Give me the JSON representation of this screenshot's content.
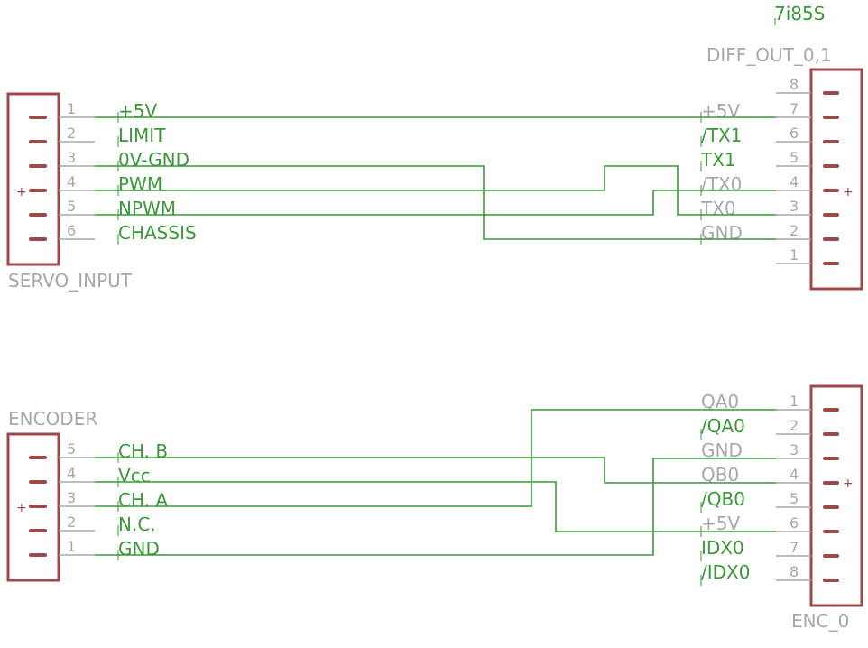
{
  "title": "7i85S",
  "colors": {
    "connector_outline": "#a0474a",
    "pin_stub": "#a0474a",
    "wire": "#3a9a3a",
    "net_label": "#3a9a3a",
    "grey_label": "#a8a8a8",
    "pin_line": "#a8a8a8",
    "background": "#ffffff"
  },
  "connectors": [
    {
      "id": "servo_input",
      "name": "SERVO_INPUT",
      "side": "left",
      "pins": [
        {
          "number": "1",
          "net": "+5V"
        },
        {
          "number": "2",
          "net": "LIMIT"
        },
        {
          "number": "3",
          "net": "0V-GND"
        },
        {
          "number": "4",
          "net": "PWM"
        },
        {
          "number": "5",
          "net": "NPWM"
        },
        {
          "number": "6",
          "net": "CHASSIS"
        }
      ]
    },
    {
      "id": "diff_out",
      "name": "DIFF_OUT_0,1",
      "side": "right",
      "pins": [
        {
          "number": "8",
          "net": ""
        },
        {
          "number": "7",
          "net": "+5V"
        },
        {
          "number": "6",
          "net": "/TX1"
        },
        {
          "number": "5",
          "net": "TX1"
        },
        {
          "number": "4",
          "net": "/TX0"
        },
        {
          "number": "3",
          "net": "TX0"
        },
        {
          "number": "2",
          "net": "GND"
        },
        {
          "number": "1",
          "net": ""
        }
      ]
    },
    {
      "id": "encoder",
      "name": "ENCODER",
      "side": "left",
      "pins": [
        {
          "number": "5",
          "net": "CH. B"
        },
        {
          "number": "4",
          "net": "Vcc"
        },
        {
          "number": "3",
          "net": "CH. A"
        },
        {
          "number": "2",
          "net": "N.C."
        },
        {
          "number": "1",
          "net": "GND"
        }
      ]
    },
    {
      "id": "enc_0",
      "name": "ENC_0",
      "side": "right",
      "pins": [
        {
          "number": "1",
          "net": "QA0"
        },
        {
          "number": "2",
          "net": "/QA0"
        },
        {
          "number": "3",
          "net": "GND"
        },
        {
          "number": "4",
          "net": "QB0"
        },
        {
          "number": "5",
          "net": "/QB0"
        },
        {
          "number": "6",
          "net": "+5V"
        },
        {
          "number": "7",
          "net": "IDX0"
        },
        {
          "number": "8",
          "net": "/IDX0"
        }
      ]
    }
  ]
}
